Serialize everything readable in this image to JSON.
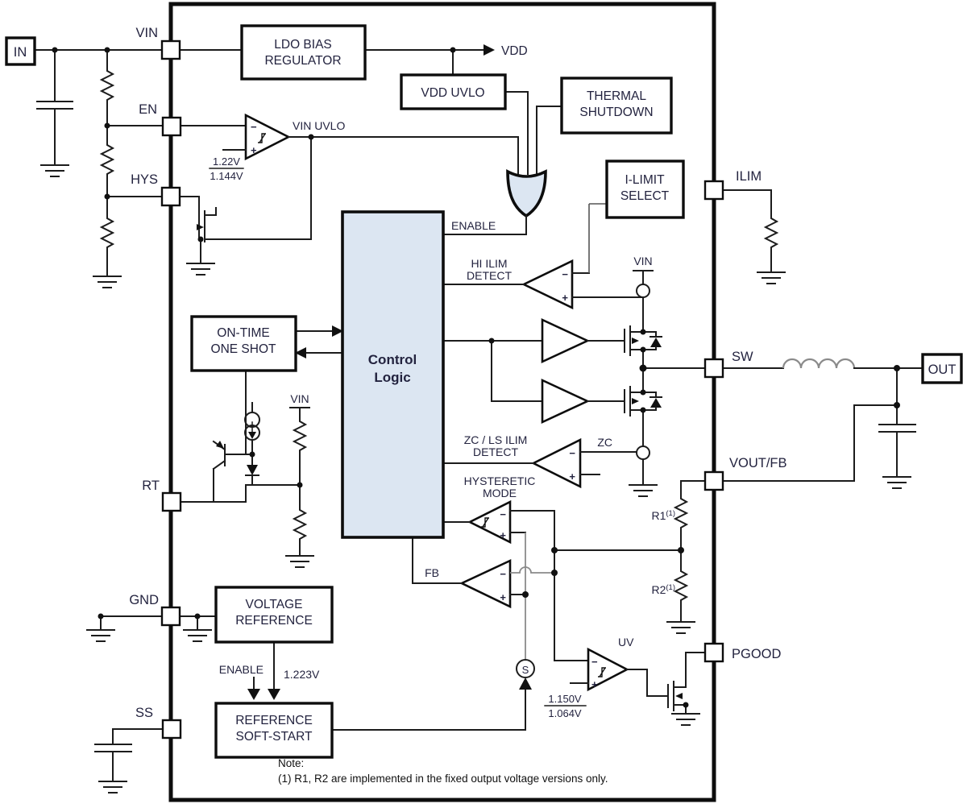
{
  "pins": {
    "vin": "VIN",
    "en": "EN",
    "hys": "HYS",
    "rt": "RT",
    "gnd": "GND",
    "ss": "SS",
    "ilim": "ILIM",
    "sw": "SW",
    "voutfb": "VOUT/FB",
    "pgood": "PGOOD"
  },
  "terminals": {
    "in": "IN",
    "out": "OUT"
  },
  "blocks": {
    "ldo1": "LDO BIAS",
    "ldo2": "REGULATOR",
    "vdd_uvlo": "VDD UVLO",
    "thermal1": "THERMAL",
    "thermal2": "SHUTDOWN",
    "ilimit1": "I-LIMIT",
    "ilimit2": "SELECT",
    "ontime1": "ON-TIME",
    "ontime2": "ONE SHOT",
    "control1": "Control",
    "control2": "Logic",
    "vref1": "VOLTAGE",
    "vref2": "REFERENCE",
    "refss1": "REFERENCE",
    "refss2": "SOFT-START"
  },
  "signals": {
    "vdd": "VDD",
    "vin_uvlo": "VIN UVLO",
    "enable": "ENABLE",
    "enable_ref": "ENABLE",
    "vref_out": "1.223V",
    "hi_ilim1": "HI ILIM",
    "hi_ilim2": "DETECT",
    "zc_ls1": "ZC / LS ILIM",
    "zc_ls2": "DETECT",
    "hyst1": "HYSTERETIC",
    "hyst2": "MODE",
    "fb": "FB",
    "zc": "ZC",
    "uv": "UV",
    "vin": "VIN",
    "s": "S"
  },
  "thresholds": {
    "en_high": "1.22V",
    "en_low": "1.144V",
    "uv_high": "1.150V",
    "uv_low": "1.064V"
  },
  "components": {
    "r1": "R1",
    "r2": "R2",
    "sup": "(1)"
  },
  "ops": {
    "minus": "−",
    "plus": "+"
  },
  "note": {
    "title": "Note:",
    "body": "(1)  R1, R2 are implemented in the fixed output voltage versions only."
  },
  "colors": {
    "logic_fill": "#dce6f2",
    "line": "#1c1c1c",
    "text": "#23233f"
  }
}
